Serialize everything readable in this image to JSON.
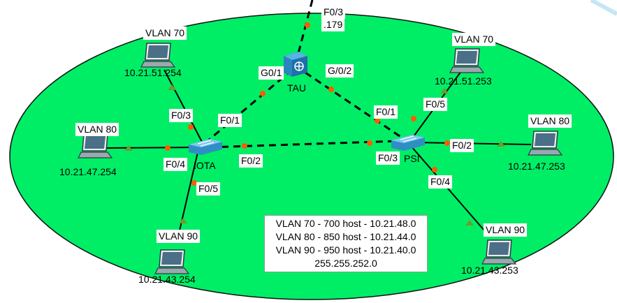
{
  "devices": {
    "tau": {
      "name": "TAU"
    },
    "iota": {
      "name": "IOTA"
    },
    "psi": {
      "name": "PSI"
    }
  },
  "hosts": {
    "iota_vlan70": {
      "vlan": "VLAN 70",
      "ip": "10.21.51.254"
    },
    "iota_vlan80": {
      "vlan": "VLAN 80",
      "ip": "10.21.47.254"
    },
    "iota_vlan90": {
      "vlan": "VLAN 90",
      "ip": "10.21.43.254"
    },
    "psi_vlan70": {
      "vlan": "VLAN 70",
      "ip": "10.21.51.253"
    },
    "psi_vlan80": {
      "vlan": "VLAN 80",
      "ip": "10.21.47.253"
    },
    "psi_vlan90": {
      "vlan": "VLAN 90",
      "ip": "10.21.43.253"
    }
  },
  "ports": {
    "tau_uplink": "F0/3",
    "tau_uplink_ip": ".179",
    "tau_g01": "G0/1",
    "tau_g02": "G/0/2",
    "iota_f01": "F0/1",
    "iota_f02": "F0/2",
    "iota_f03": "F0/3",
    "iota_f04": "F0/4",
    "iota_f05": "F0/5",
    "psi_f01": "F0/1",
    "psi_f02": "F0/2",
    "psi_f03": "F0/3",
    "psi_f04": "F0/4",
    "psi_f05": "F0/5"
  },
  "note": {
    "line1": "VLAN 70 - 700 host - 10.21.48.0",
    "line2": "VLAN 80 - 850 host - 10.21.44.0",
    "line3": "VLAN 90 - 950 host - 10.21.40.0",
    "line4": "255.255.252.0"
  },
  "colors": {
    "area_fill": "#00ee66",
    "link": "#000000",
    "port_orange": "#ff5a00",
    "port_green": "#6c9c2a",
    "switch": "#2f8fc4"
  }
}
